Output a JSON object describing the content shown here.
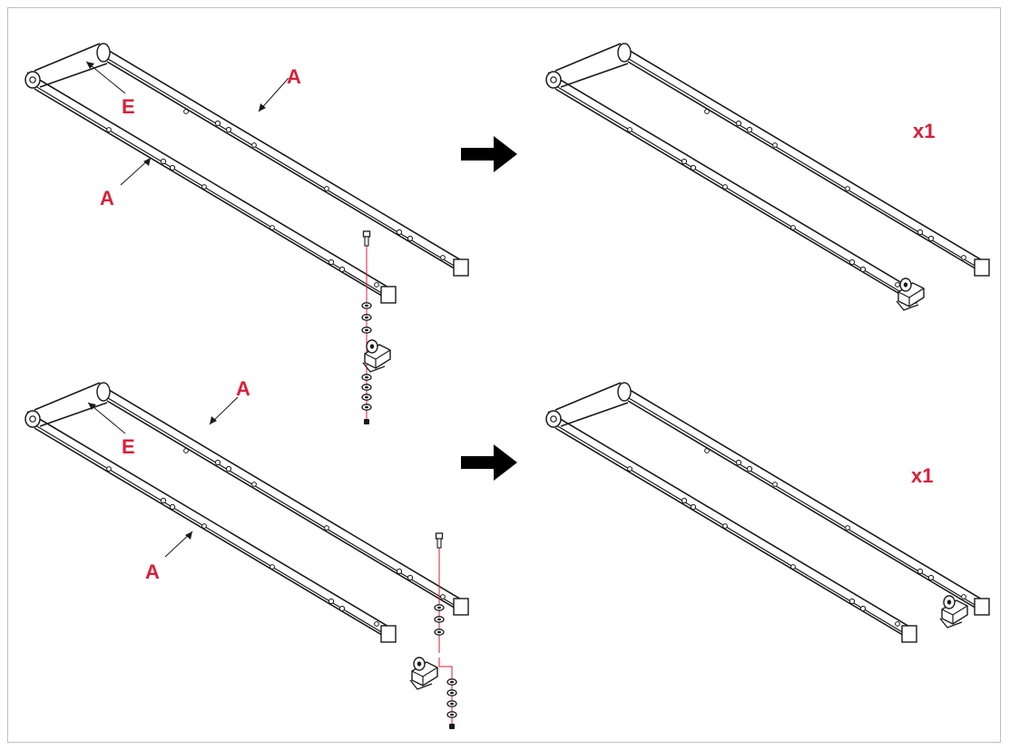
{
  "callouts": {
    "panel1_top_rail": "A",
    "panel1_bottom_rail": "A",
    "panel1_crossbar": "E",
    "panel2_top_rail": "A",
    "panel2_bottom_rail": "A",
    "panel2_crossbar": "E"
  },
  "quantities": {
    "top_result": "x1",
    "bottom_result": "x1"
  },
  "colors": {
    "callout": "#d6203a",
    "line": "#1a1a1a",
    "arrow": "#000000",
    "guide": "#d6203a",
    "border": "#bdbdbd"
  },
  "icons": [
    "step-arrow-icon",
    "bolt-icon",
    "washer-icon",
    "nut-icon",
    "hinge-bracket-icon"
  ]
}
